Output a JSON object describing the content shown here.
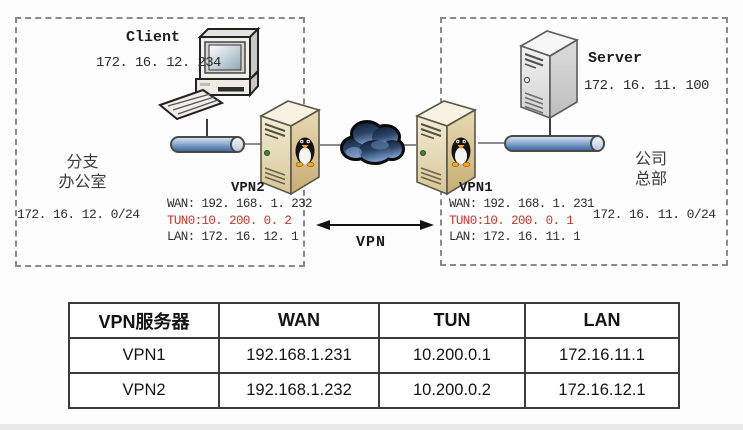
{
  "diagram": {
    "left_zone": {
      "name_line1": "分支",
      "name_line2": "办公室",
      "subnet": "172. 16. 12. 0/24",
      "client": {
        "label": "Client",
        "ip": "172. 16. 12. 234"
      },
      "vpn2": {
        "label": "VPN2",
        "wan": "WAN: 192. 168. 1. 232",
        "tun": "TUN0:10. 200. 0. 2",
        "lan": "LAN: 172. 16. 12. 1"
      }
    },
    "right_zone": {
      "name_line1": "公司",
      "name_line2": "总部",
      "subnet": "172. 16. 11. 0/24",
      "server": {
        "label": "Server",
        "ip": "172. 16. 11. 100"
      },
      "vpn1": {
        "label": "VPN1",
        "wan": "WAN: 192. 168. 1. 231",
        "tun": "TUN0:10. 200. 0. 1",
        "lan": "LAN: 172. 16. 11. 1"
      }
    },
    "vpn_link_label": "VPN",
    "colors": {
      "tun_text_red": "#c2372b",
      "dashed_border_gray": "#8a8a8a",
      "ethernet_blue": "#5f87b5",
      "cloud_navy": "#1b2b4a",
      "server_tan": "#e6d9b3",
      "penguin_orange": "#f5a623"
    }
  },
  "table": {
    "headers": [
      "VPN服务器",
      "WAN",
      "TUN",
      "LAN"
    ],
    "rows": [
      {
        "cells": [
          "VPN1",
          "192.168.1.231",
          "10.200.0.1",
          "172.16.11.1"
        ]
      },
      {
        "cells": [
          "VPN2",
          "192.168.1.232",
          "10.200.0.2",
          "172.16.12.1"
        ]
      }
    ]
  }
}
